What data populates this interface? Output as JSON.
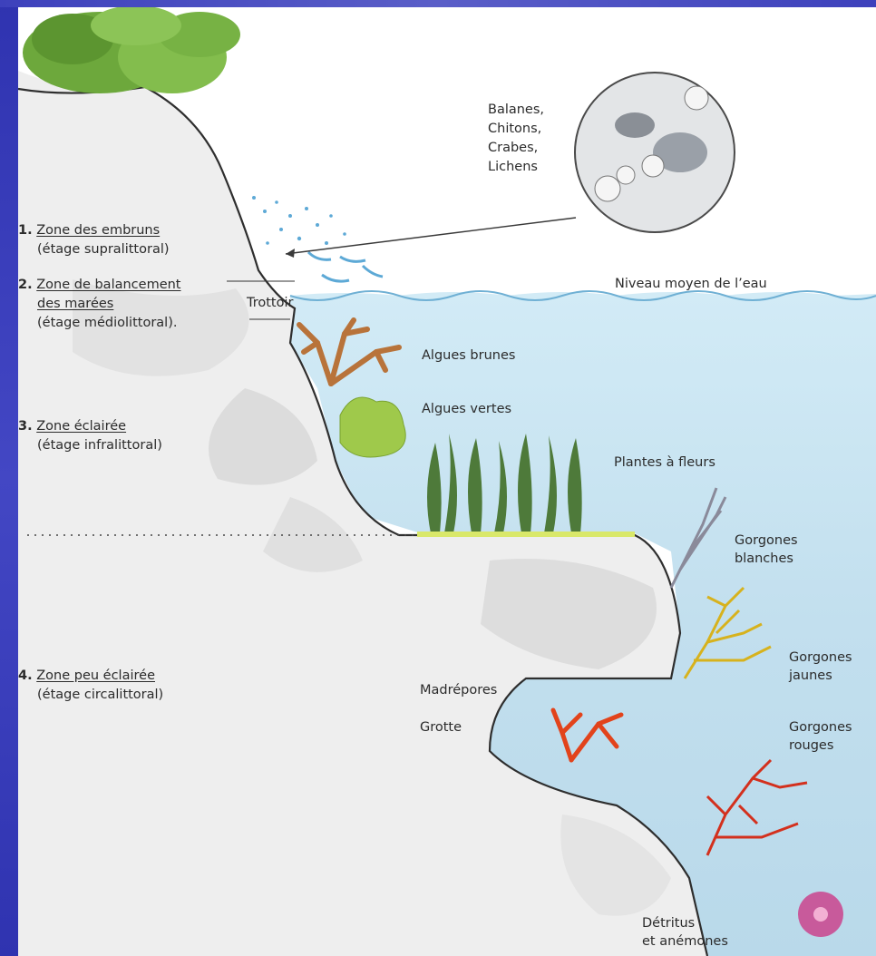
{
  "colors": {
    "frame": "#3a3fb8",
    "water": "#c4e0ef",
    "rock": "#e9e9e9",
    "label": "#2b2b2b"
  },
  "zones": [
    {
      "number": "1.",
      "name": "Zone des embruns",
      "sub": "(étage supralittoral)"
    },
    {
      "number": "2.",
      "name": "Zone de balancement",
      "name2": "des marées",
      "sub": "(étage médiolittoral)."
    },
    {
      "number": "3.",
      "name": "Zone éclairée",
      "sub": "(étage infralittoral)"
    },
    {
      "number": "4.",
      "name": "Zone peu éclairée",
      "sub": "(étage circalittoral)"
    }
  ],
  "inset_labels": [
    "Balanes,",
    "Chitons,",
    "Crabes,",
    "Lichens"
  ],
  "labels": {
    "water_level": "Niveau moyen de l’eau",
    "trottoir": "Trottoir",
    "algues_brunes": "Algues brunes",
    "algues_vertes": "Algues vertes",
    "plantes_fleurs": "Plantes à fleurs",
    "gorgones_blanches_1": "Gorgones",
    "gorgones_blanches_2": "blanches",
    "gorgones_jaunes_1": "Gorgones",
    "gorgones_jaunes_2": "jaunes",
    "gorgones_rouges_1": "Gorgones",
    "gorgones_rouges_2": "rouges",
    "madrepores": "Madrépores",
    "grotte": "Grotte",
    "detritus_1": "Détritus",
    "detritus_2": "et anémones"
  }
}
